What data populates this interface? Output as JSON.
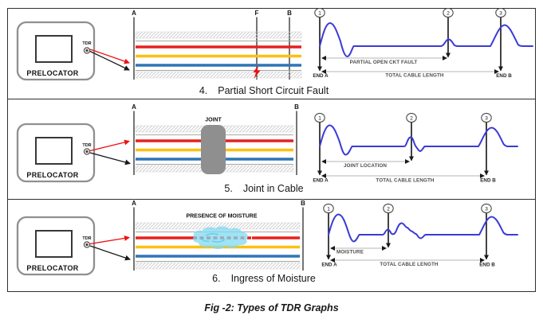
{
  "figure": {
    "caption": "Fig -2: Types of TDR Graphs"
  },
  "device": {
    "name": "PRELOCATOR",
    "port_label": "TDR"
  },
  "colors": {
    "wire_red": "#e8201e",
    "wire_yellow": "#fdc010",
    "wire_blue": "#2e75b6",
    "waveform_blue": "#3b3bd6",
    "sheath_hatch": "#c4c4c4",
    "sheath_edge": "#a8a8a8",
    "joint_gray": "#8f8f8f",
    "moisture_cyan": "#7fd9f0",
    "lead_red": "#ee1111",
    "ink": "#1a1a1a"
  },
  "sections": [
    {
      "number": "4.",
      "title": "Partial Short Circuit Fault",
      "cable": {
        "start_label": "A",
        "fault_label": "F",
        "end_label": "B"
      },
      "graph": {
        "markers": [
          "1",
          "2",
          "3"
        ],
        "span1_label": "PARTIAL OPEN CKT FAULT",
        "span2_label": "TOTAL CABLE LENGTH",
        "end_a": "END A",
        "end_b": "END B"
      }
    },
    {
      "number": "5.",
      "title": "Joint in Cable",
      "cable": {
        "start_label": "A",
        "end_label": "B",
        "joint_label": "JOINT"
      },
      "graph": {
        "markers": [
          "1",
          "2",
          "3"
        ],
        "span1_label": "JOINT LOCATION",
        "span2_label": "TOTAL CABLE LENGTH",
        "end_a": "END A",
        "end_b": "END B"
      }
    },
    {
      "number": "6.",
      "title": "Ingress of Moisture",
      "cable": {
        "start_label": "A",
        "end_label": "B",
        "moisture_label": "PRESENCE OF MOISTURE"
      },
      "graph": {
        "markers": [
          "1",
          "2",
          "3"
        ],
        "span1_label": "MOISTURE",
        "span2_label": "TOTAL CABLE LENGTH",
        "end_a": "END A",
        "end_b": "END B"
      }
    }
  ]
}
